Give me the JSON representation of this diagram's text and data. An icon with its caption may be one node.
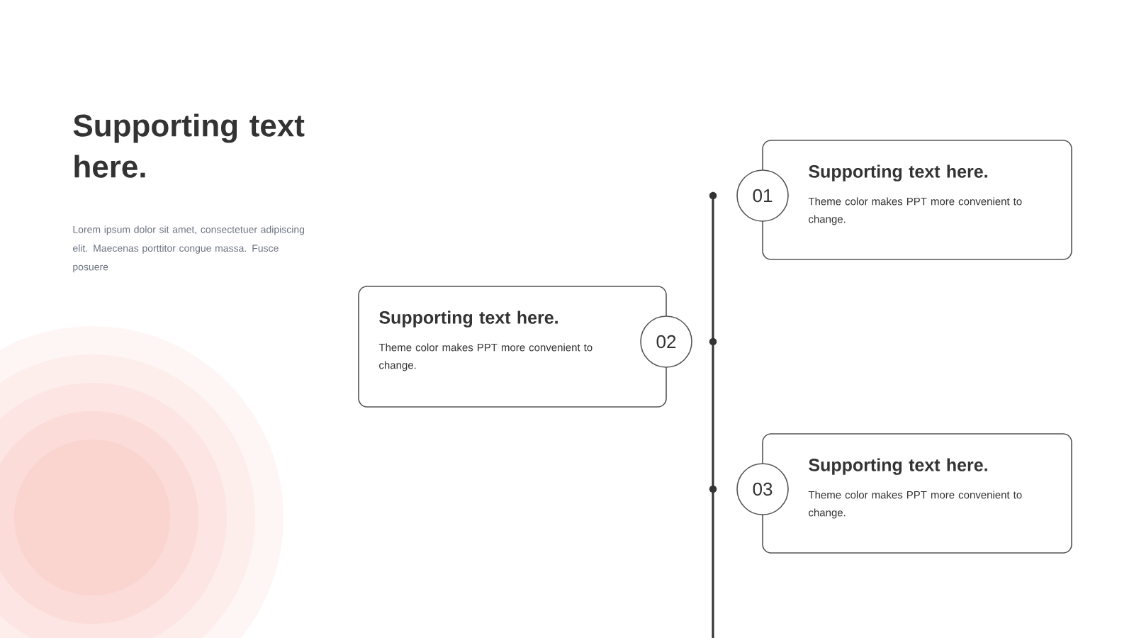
{
  "diagram": {
    "title": "Supporting text here.",
    "nodes": [
      {
        "text": [
          "Supporting text here.",
          "Theme color makes PPT more convenient to change."
        ]
      },
      {
        "text": [
          "01"
        ]
      },
      {
        "text": [
          "Supporting text here.",
          "Theme color makes PPT more convenient to change."
        ]
      },
      {
        "text": [
          "02"
        ]
      },
      {
        "text": [
          "Supporting text here.",
          "Theme color makes PPT more convenient to change."
        ]
      },
      {
        "text": [
          "03"
        ]
      }
    ],
    "labels": [
      "Lorem ipsum dolor sit amet, consectetuer adipiscing elit. Maecenas porttitor congue massa. Fusce posuere"
    ]
  }
}
